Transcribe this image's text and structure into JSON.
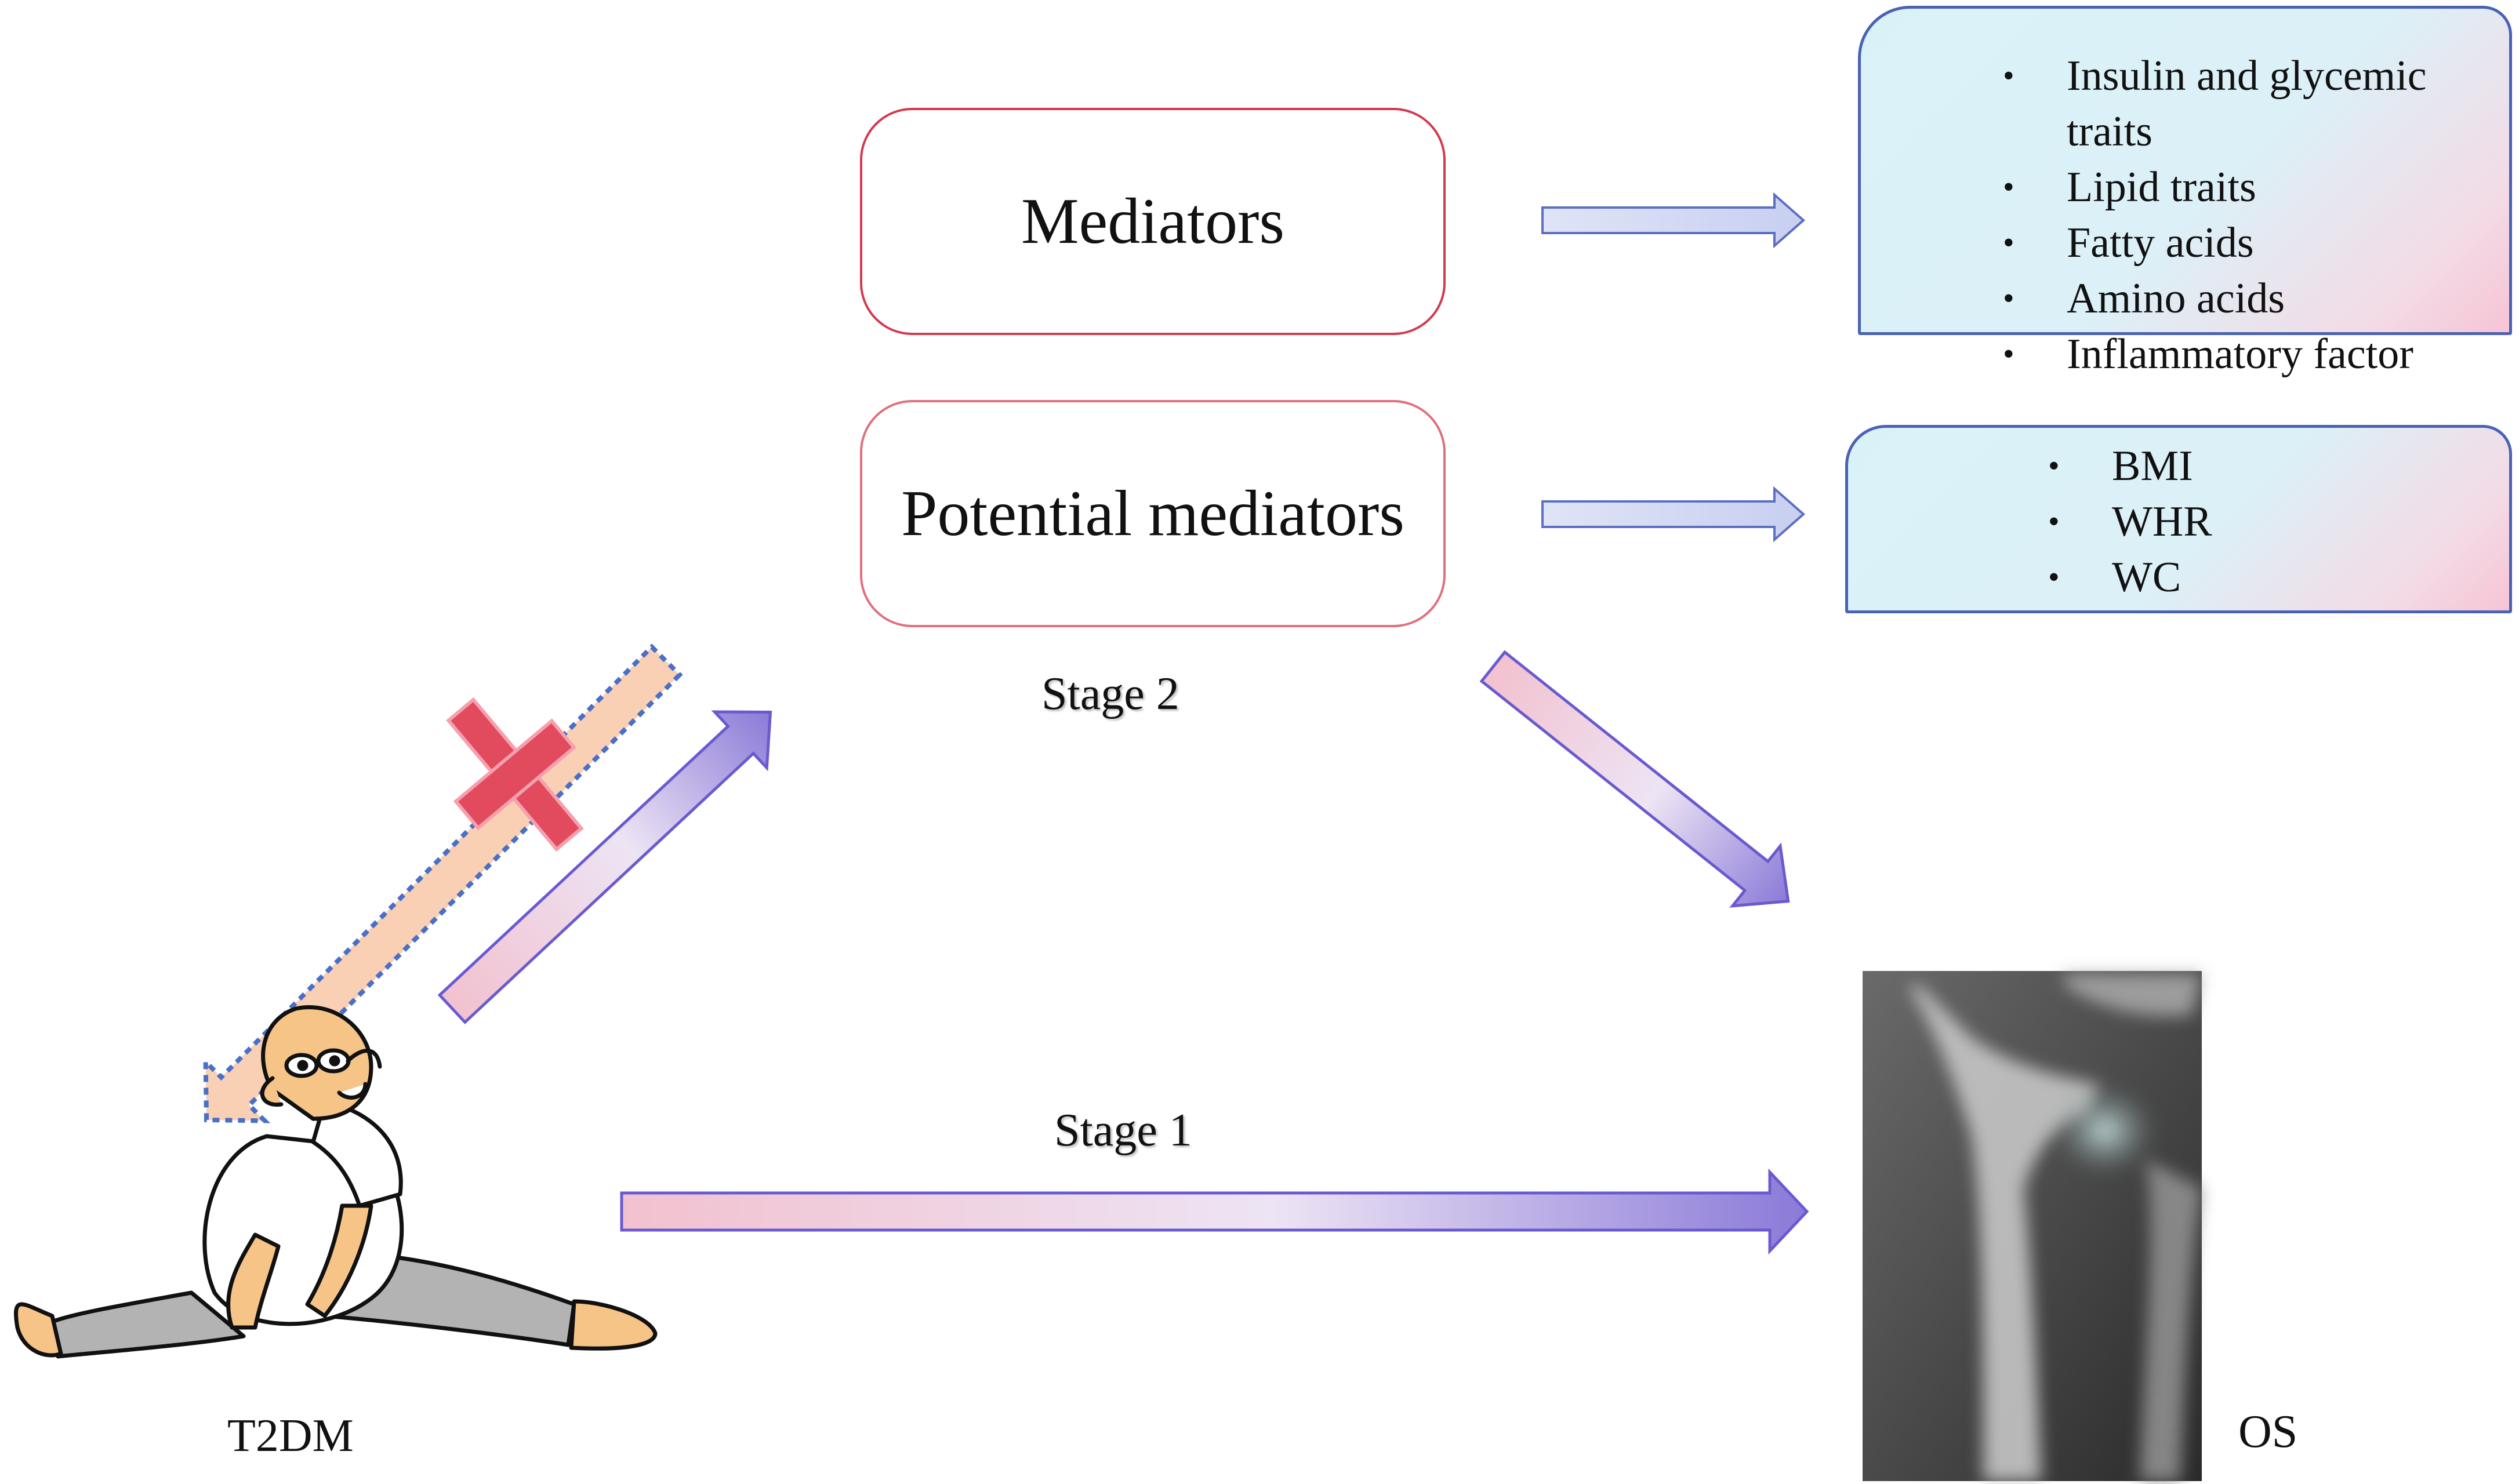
{
  "boxes": {
    "mediators": "Mediators",
    "potential_mediators": "Potential mediators"
  },
  "mediator_list": [
    "Insulin and glycemic traits",
    "Lipid traits",
    "Fatty acids",
    "Amino acids",
    "Inflammatory factor"
  ],
  "potential_list": [
    "BMI",
    "WHR",
    "WC"
  ],
  "stages": {
    "stage1": "Stage 1",
    "stage2": "Stage 2"
  },
  "nodes": {
    "exposure": "T2DM",
    "outcome": "OS"
  },
  "colors": {
    "mediator_box_border": "#d23a4e",
    "list_box_border": "#4a62b5",
    "arrow_purple": "#8a78d6",
    "arrow_pink": "#f0b8c8",
    "reverse_arrow_fill": "#f9d0b4",
    "reverse_arrow_border": "#4a6fc8",
    "cross_mark": "#e24a5e"
  },
  "icons": {
    "exposure_figure": "overweight-man-stretching-cartoon",
    "outcome_image": "hip-xray",
    "blocked_mark": "red-cross-icon"
  }
}
